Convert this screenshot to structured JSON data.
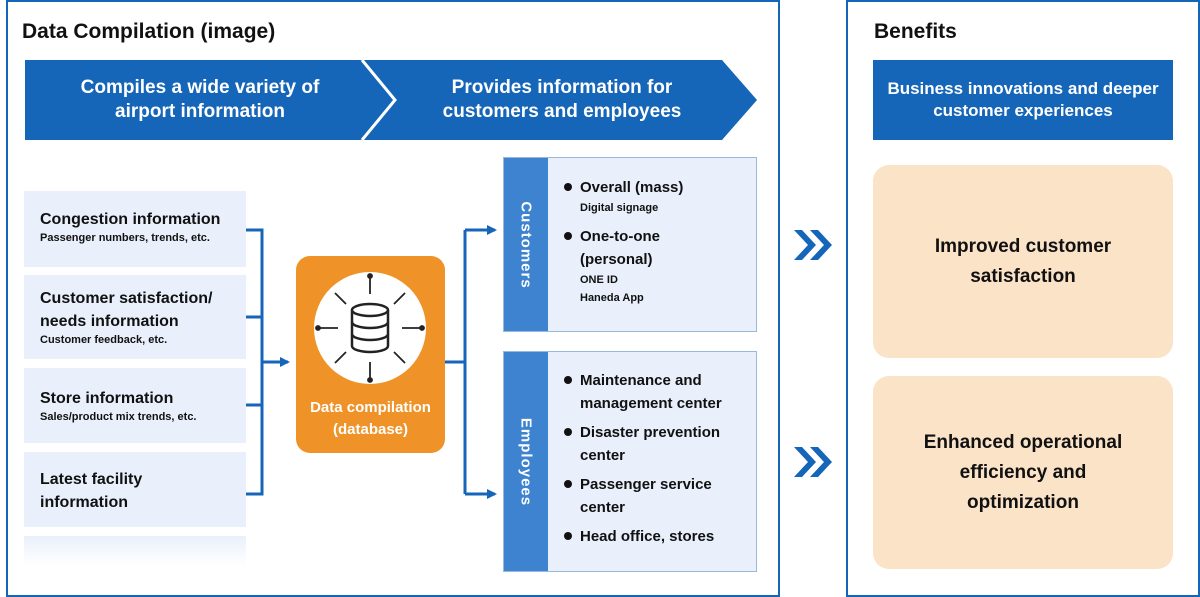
{
  "left_panel": {
    "title": "Data Compilation (image)",
    "banner_1": "Compiles a wide variety of airport information",
    "banner_2": "Provides information for customers and employees",
    "sources": [
      {
        "title": "Congestion information",
        "subtitle": "Passenger numbers, trends, etc."
      },
      {
        "title": "Customer satisfaction/ needs information",
        "subtitle": "Customer feedback, etc."
      },
      {
        "title": "Store information",
        "subtitle": "Sales/product mix trends, etc."
      },
      {
        "title": "Latest facility information",
        "subtitle": ""
      }
    ],
    "database": {
      "label_line1": "Data compilation",
      "label_line2": "(database)"
    },
    "customers": {
      "label": "Customers",
      "items": [
        {
          "main": "Overall (mass)",
          "sub": "Digital signage"
        },
        {
          "main": "One-to-one (personal)",
          "sub": "ONE ID",
          "sub2": "Haneda App"
        }
      ]
    },
    "employees": {
      "label": "Employees",
      "items": [
        {
          "main": "Maintenance and management center"
        },
        {
          "main": "Disaster prevention center"
        },
        {
          "main": "Passenger service center"
        },
        {
          "main": "Head office, stores"
        }
      ]
    }
  },
  "right_panel": {
    "title": "Benefits",
    "header": "Business innovations and deeper customer experiences",
    "benefits": [
      "Improved customer satisfaction",
      "Enhanced operational efficiency and optimization"
    ]
  },
  "colors": {
    "brand_blue": "#1565b8",
    "light_blue": "#e9f0fb",
    "side_blue": "#3d83d0",
    "orange": "#ef9329",
    "peach": "#fbe3c8"
  }
}
